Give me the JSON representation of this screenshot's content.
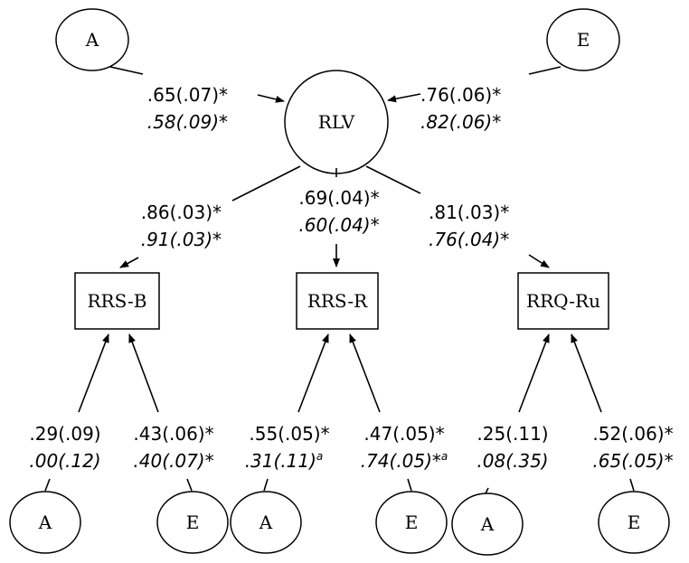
{
  "latent_top": {
    "rlv": "RLV",
    "a_top": "A",
    "e_top": "E"
  },
  "top_paths": {
    "a_to_rlv": {
      "male": ".65(.07)*",
      "female": ".58(.09)*"
    },
    "e_to_rlv": {
      "male": ".76(.06)*",
      "female": ".82(.06)*"
    }
  },
  "loadings": {
    "rrs_b": {
      "male": ".86(.03)*",
      "female": ".91(.03)*"
    },
    "rrs_r": {
      "male": ".69(.04)*",
      "female": ".60(.04)*"
    },
    "rrq_ru": {
      "male": ".81(.03)*",
      "female": ".76(.04)*"
    }
  },
  "indicators": {
    "rrs_b": "RRS-B",
    "rrs_r": "RRS-R",
    "rrq_ru": "RRQ-Ru"
  },
  "specific": {
    "rrs_b": {
      "a": {
        "label": "A",
        "male": ".29(.09)",
        "female": ".00(.12)"
      },
      "e": {
        "label": "E",
        "male": ".43(.06)*",
        "female": ".40(.07)*"
      }
    },
    "rrs_r": {
      "a": {
        "label": "A",
        "male": ".55(.05)*",
        "female": ".31(.11)",
        "female_sup": "a"
      },
      "e": {
        "label": "E",
        "male": ".47(.05)*",
        "female": ".74(.05)*",
        "female_sup": "a"
      }
    },
    "rrq_ru": {
      "a": {
        "label": "A",
        "male": ".25(.11)",
        "female": ".08(.35)"
      },
      "e": {
        "label": "E",
        "male": ".52(.06)*",
        "female": ".65(.05)*"
      }
    }
  }
}
